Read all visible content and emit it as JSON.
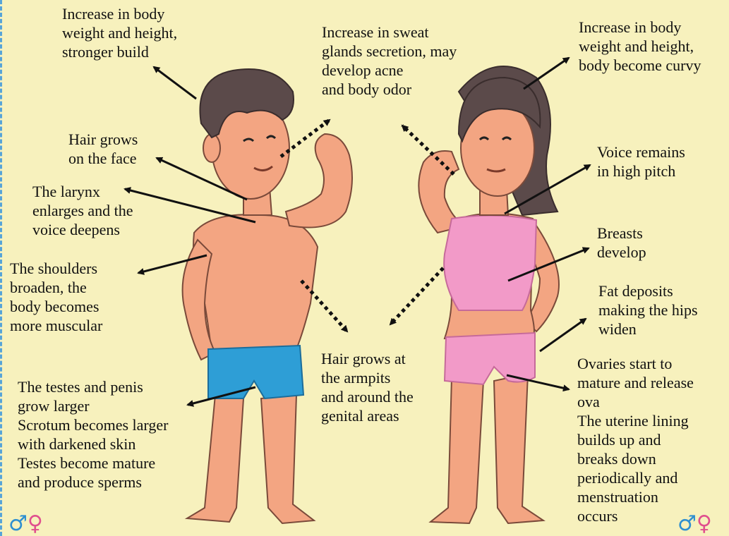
{
  "labels": {
    "boy_weight": "Increase in body\nweight and height,\nstronger build",
    "sweat": "Increase in sweat\nglands secretion, may\ndevelop acne\nand body odor",
    "girl_weight": "Increase in body\nweight and height,\nbody become curvy",
    "face_hair": "Hair grows\non the face",
    "larynx": "The larynx\nenlarges and the\nvoice deepens",
    "voice_high": "Voice remains\nin high pitch",
    "breasts": "Breasts\ndevelop",
    "shoulders": "The shoulders\nbroaden, the\nbody becomes\nmore muscular",
    "hips": "Fat deposits\nmaking the hips\nwiden",
    "armpit_hair": "Hair grows at\nthe armpits\nand around the\ngenital areas",
    "testes": "The testes and penis\ngrow larger\nScrotum becomes larger\nwith darkened skin\nTestes become mature\nand produce sperms",
    "ovaries": "Ovaries start to\nmature and release\nova\nThe uterine lining\nbuilds up and\nbreaks down\nperiodically and\nmenstruation\noccurs"
  },
  "symbols": {
    "male": "♂",
    "female": "♀"
  },
  "colors": {
    "background": "#f7f1bd",
    "skin": "#f3a582",
    "hair": "#5b4a4a",
    "shorts": "#2e9ed6",
    "girl_clothes": "#f29ac8",
    "arrow": "#111111"
  }
}
